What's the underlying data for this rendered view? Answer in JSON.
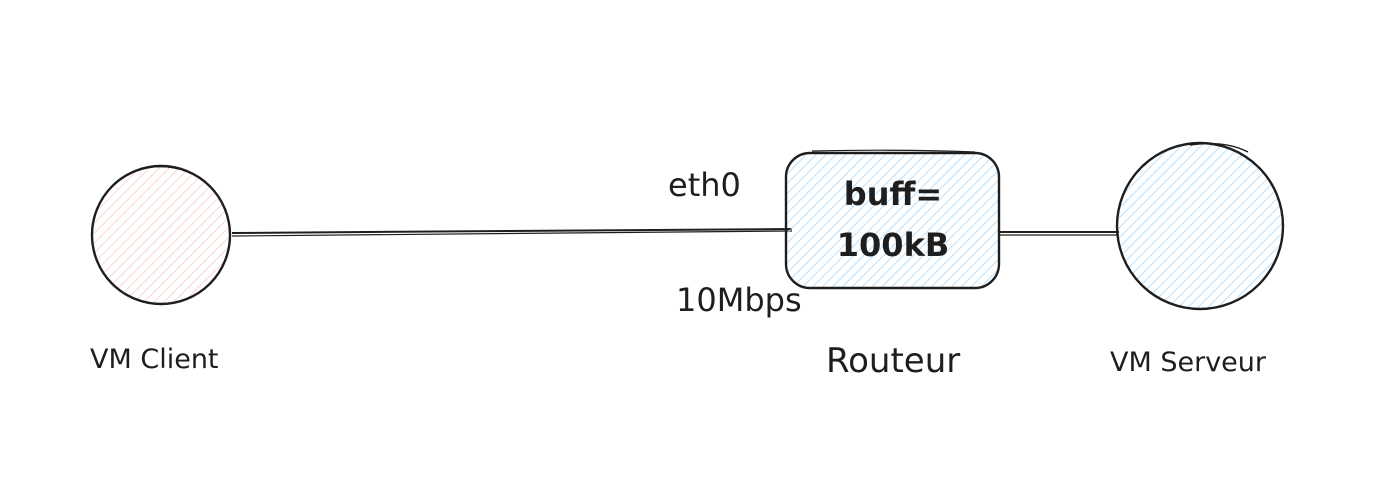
{
  "nodes": {
    "client": {
      "label": "VM Client",
      "fill": "#ffc9c9"
    },
    "router": {
      "label": "Routeur",
      "buffer_line1": "buff=",
      "buffer_line2": "100kB",
      "fill": "#a5d8ff"
    },
    "server": {
      "label": "VM Serveur",
      "fill": "#a5d8ff"
    }
  },
  "link": {
    "interface": "eth0",
    "bandwidth": "10Mbps"
  },
  "colors": {
    "stroke": "#1e1e1e"
  }
}
